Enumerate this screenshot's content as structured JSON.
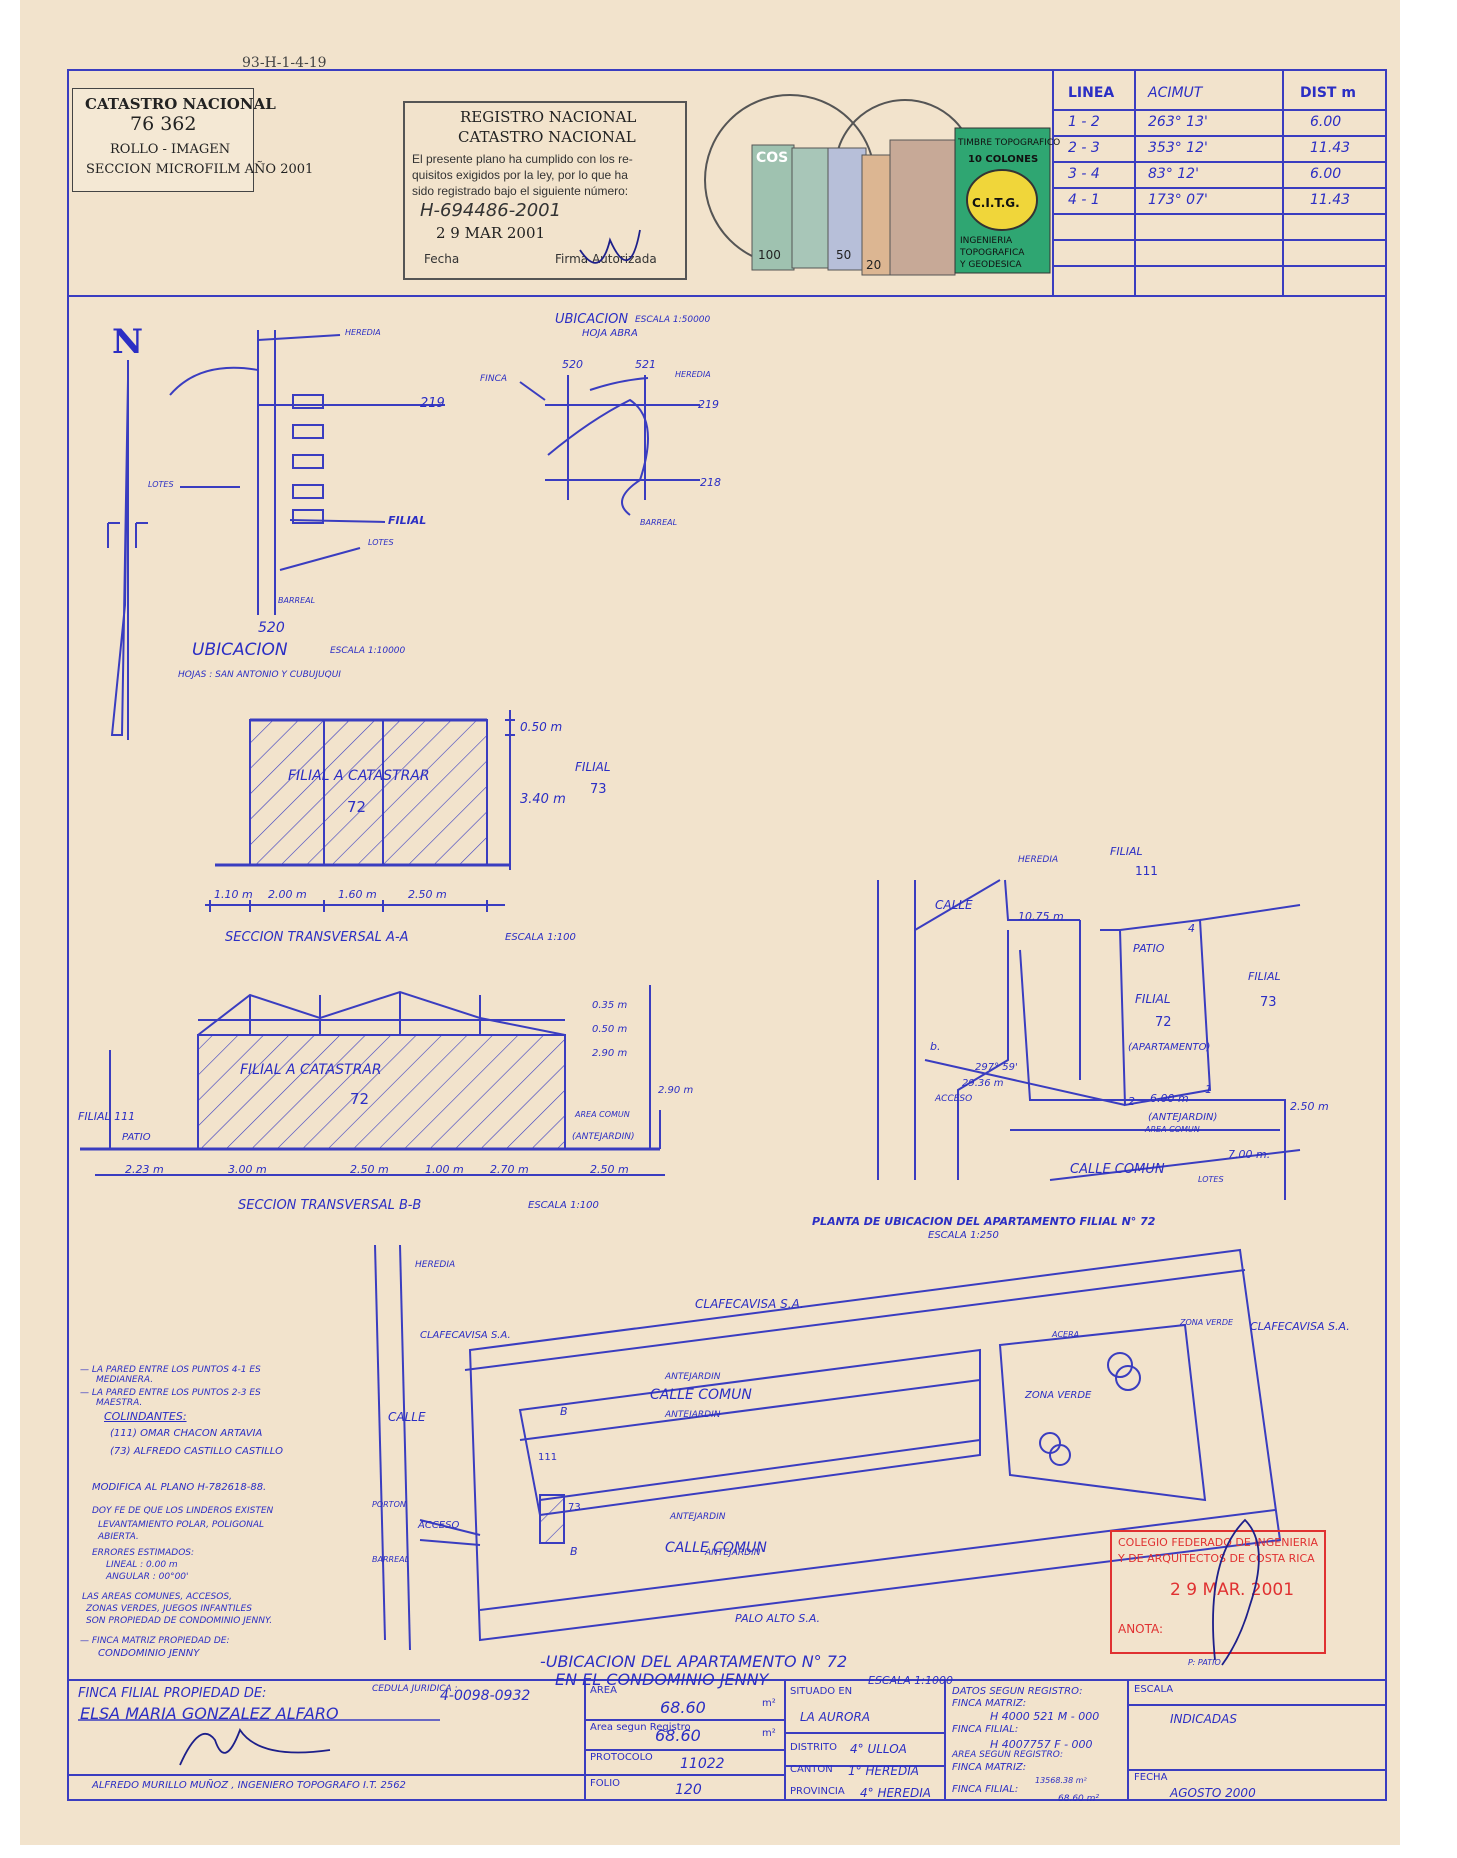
{
  "header": {
    "reference": "93-H-1-4-19"
  },
  "microfilm": {
    "title": "CATASTRO NACIONAL",
    "number": "76   362",
    "roll": "ROLLO  -  IMAGEN",
    "section": "SECCION MICROFILM AÑO 2001"
  },
  "registry": {
    "line1": "REGISTRO NACIONAL",
    "line2": "CATASTRO NACIONAL",
    "text1": "El presente plano ha cumplido con los re-",
    "text2": "quisitos exigidos por la ley, por lo que ha",
    "text3": "sido registrado bajo el siguiente número:",
    "number": "H-694486-2001",
    "date": "2 9 MAR 2001",
    "fecha_label": "Fecha",
    "firma_label": "Firma Autorizada"
  },
  "stamps": {
    "cos": "COS",
    "v100": "100",
    "v50": "50",
    "v20": "20",
    "timbre": "TIMBRE TOPOGRAFICO",
    "colones": "10 COLONES",
    "org": "C.I.T.G.",
    "line1": "INGENIERIA",
    "line2": "TOPOGRAFICA",
    "line3": "Y GEODESICA"
  },
  "survey": {
    "headers": [
      "LINEA",
      "ACIMUT",
      "DIST m"
    ],
    "rows": [
      {
        "line": "1 - 2",
        "azimuth": "263° 13'",
        "dist": "6.00"
      },
      {
        "line": "2 - 3",
        "azimuth": "353° 12'",
        "dist": "11.43"
      },
      {
        "line": "3 - 4",
        "azimuth": "83° 12'",
        "dist": "6.00"
      },
      {
        "line": "4 - 1",
        "azimuth": "173° 07'",
        "dist": "11.43"
      }
    ]
  },
  "north": {
    "label": "N"
  },
  "loc10": {
    "heredia": "HEREDIA",
    "road": "219",
    "lotes": "LOTES",
    "filial": "FILIAL",
    "lotes2": "LOTES",
    "barreal": "BARREAL",
    "sheet": "520",
    "title": "UBICACION",
    "scale": "ESCALA 1:10000",
    "hojas": "HOJAS : SAN ANTONIO Y CUBUJUQUI"
  },
  "loc50": {
    "title": "UBICACION",
    "scale": "ESCALA 1:50000",
    "hoja": "HOJA ABRA",
    "g520": "520",
    "g521": "521",
    "finca": "FINCA",
    "heredia": "HEREDIA",
    "g219": "219",
    "g218": "218",
    "barreal": "BARREAL"
  },
  "sectionAA": {
    "label": "FILIAL A CATASTRAR",
    "unit": "72",
    "neighbor_label": "FILIAL",
    "neighbor_unit": "73",
    "h1": "0.50 m",
    "h2": "3.40 m",
    "d": [
      "1.10 m",
      "2.00 m",
      "1.60 m",
      "2.50 m"
    ],
    "title": "SECCION TRANSVERSAL  A-A",
    "scale": "ESCALA 1:100"
  },
  "sectionBB": {
    "label": "FILIAL A CATASTRAR",
    "unit": "72",
    "patio": "PATIO",
    "filial_left": "FILIAL 111",
    "area_comun": "AREA COMUN",
    "antejardin": "(ANTEJARDIN)",
    "h1": "0.35 m",
    "h2": "0.50 m",
    "h3": "2.90 m",
    "h4": "2.90 m",
    "d": [
      "2.23 m",
      "3.00 m",
      "2.50 m",
      "1.00 m",
      "2.70 m",
      "2.50 m"
    ],
    "title": "SECCION TRANSVERSAL  B-B",
    "scale": "ESCALA 1:100"
  },
  "aptPlan": {
    "filial": "FILIAL",
    "n111": "111",
    "heredia": "HEREDIA",
    "calle": "CALLE",
    "d1075": "10.75 m",
    "patio": "PATIO",
    "p4": "4",
    "filial2": "FILIAL",
    "unit": "72",
    "apartamento": "(APARTAMENTO)",
    "filial73": "FILIAL",
    "n73": "73",
    "d600": "6.00 m",
    "p1": "1",
    "p2": "2",
    "antejardin": "(ANTEJARDIN)",
    "area_comun": "AREA COMUN",
    "d250": "2.50 m",
    "d700": "7.00 m.",
    "calle_comun": "CALLE COMUN",
    "lotes": "LOTES",
    "b": "b.",
    "bearing": "297° 59'",
    "bearing_dist": "29.36 m",
    "acceso": "ACCESO",
    "title": "PLANTA DE UBICACION DEL APARTAMENTO FILIAL N° 72",
    "scale": "ESCALA  1:250"
  },
  "condo": {
    "heredia": "HEREDIA",
    "clafe_top": "CLAFECAVISA S.A.",
    "clafe_right": "CLAFECAVISA S.A.",
    "calle1": "CALLE COMUN",
    "ante1": "ANTEJARDIN",
    "ante2": "ANTEJARDIN",
    "zona_verde": "ZONA VERDE",
    "zona_verde2": "ZONA VERDE",
    "acera": "ACERA",
    "calle2": "CALLE COMUN",
    "ante3": "ANTEJARDIN",
    "ante4": "ANTEJARDIN",
    "palo_alto": "PALO ALTO S.A.",
    "clafe_left": "CLAFECAVISA S.A.",
    "calle": "CALLE",
    "acceso": "ACCESO",
    "porton": "PORTON",
    "barreal": "BARREAL",
    "b1": "B",
    "b2": "B",
    "u111": "111",
    "u73": "73",
    "title": "-UBICACION DEL APARTAMENTO N° 72",
    "subtitle": "EN EL CONDOMINIO JENNY",
    "scale": "ESCALA 1:1000",
    "patio_note": "P: PATIO"
  },
  "notes": [
    "— LA PARED ENTRE LOS PUNTOS 4-1 ES",
    "MEDIANERA.",
    "— LA PARED ENTRE LOS PUNTOS 2-3 ES",
    "MAESTRA.",
    "MODIFICA AL PLANO  H-782618-88.",
    "DOY FE DE QUE LOS LINDEROS EXISTEN",
    "LEVANTAMIENTO POLAR, POLIGONAL",
    "ABIERTA.",
    "ERRORES ESTIMADOS:",
    "LINEAL : 0.00 m",
    "ANGULAR : 00°00'",
    "LAS AREAS COMUNES, ACCESOS,",
    "ZONAS VERDES, JUEGOS INFANTILES",
    "SON PROPIEDAD DE CONDOMINIO JENNY.",
    "— FINCA MATRIZ PROPIEDAD DE:",
    "CONDOMINIO JENNY"
  ],
  "colindantes": {
    "title": "COLINDANTES:",
    "items": [
      "(111)   OMAR CHACON ARTAVIA",
      "(73)   ALFREDO CASTILLO CASTILLO"
    ]
  },
  "college": {
    "line1": "COLEGIO FEDERADO DE INGENIERIA",
    "line2": "Y DE ARQUITECTOS DE COSTA RICA",
    "date": "2 9 MAR. 2001",
    "anota": "ANOTA:"
  },
  "titleblock": {
    "owner_caption": "FINCA FILIAL PROPIEDAD DE:",
    "cedula_caption": "CEDULA JURIDICA :",
    "cedula": "4-0098-0932",
    "owner": "ELSA MARIA GONZALEZ ALFARO",
    "surveyor": "ALFREDO MURILLO MUÑOZ , INGENIERO TOPOGRAFO I.T. 2562",
    "area_label": "AREA",
    "area": "68.60",
    "unit": "m²",
    "area_reg_label": "Area segun Registro",
    "area_reg": "68.60",
    "protocolo_label": "PROTOCOLO",
    "protocolo": "11022",
    "folio_label": "FOLIO",
    "folio": "120",
    "situado_label": "SITUADO EN",
    "situado": "LA AURORA",
    "distrito_label": "DISTRITO",
    "distrito": "4° ULLOA",
    "canton_label": "CANTON",
    "canton": "1° HEREDIA",
    "provincia_label": "PROVINCIA",
    "provincia": "4° HEREDIA",
    "reg_title": "DATOS SEGUN REGISTRO:",
    "fm_label": "FINCA MATRIZ:",
    "fm": "H 4000 521 M - 000",
    "ff_label": "FINCA FILIAL:",
    "ff": "H 4007757 F - 000",
    "ar_title": "AREA SEGUN REGISTRO:",
    "fm_area_label": "FINCA MATRIZ:",
    "fm_area": "13568.38 m²",
    "ff_area_label": "FINCA FILIAL:",
    "ff_area": "68.60 m²",
    "escala_label": "ESCALA",
    "escala": "INDICADAS",
    "fecha_label": "FECHA",
    "fecha": "AGOSTO 2000"
  }
}
